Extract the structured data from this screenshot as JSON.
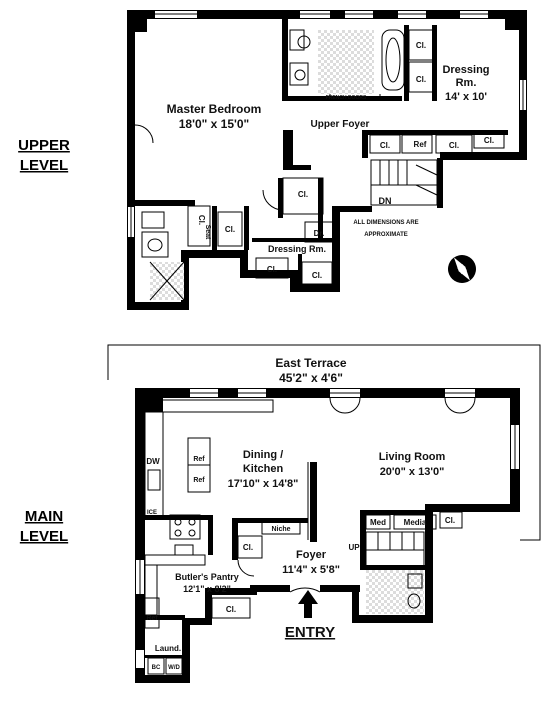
{
  "levels": {
    "upper": [
      "UPPER",
      "LEVEL"
    ],
    "main": [
      "MAIN",
      "LEVEL"
    ]
  },
  "upper": {
    "master_bedroom": {
      "name": "Master Bedroom",
      "dims": "18'0\" x 15'0\""
    },
    "dressing_rm_large": {
      "name": [
        "Dressing",
        "Rm."
      ],
      "dims": "14' x 10'"
    },
    "upper_foyer": "Upper Foyer",
    "french_doors": "FRENCH DOORS",
    "closet": "Cl.",
    "seat": "Seat",
    "ref": "Ref",
    "dn": "DN",
    "dr": "Dr.",
    "dressing_rm_small": "Dressing Rm.",
    "note": [
      "ALL DIMENSIONS ARE",
      "APPROXIMATE"
    ]
  },
  "main": {
    "east_terrace": {
      "name": "East Terrace",
      "dims": "45'2\" x 4'6\""
    },
    "dining_kitchen": {
      "name": [
        "Dining /",
        "Kitchen"
      ],
      "dims": "17'10\" x 14'8\""
    },
    "living_room": {
      "name": "Living Room",
      "dims": "20'0\" x 13'0\""
    },
    "foyer": {
      "name": "Foyer",
      "dims": "11'4\" x 5'8\""
    },
    "butlers_pantry": {
      "name": "Butler's Pantry",
      "dims": "12'1\" x 8'2\""
    },
    "dw": "DW",
    "ice": "ICE",
    "ref": "Ref",
    "niche": "Niche",
    "closet": "Cl.",
    "med": "Med",
    "media": "Media",
    "up": "UP",
    "laund": "Laund.",
    "bc": "BC",
    "wd": "W/D",
    "entry": "ENTRY"
  },
  "compass": {
    "label": "N"
  },
  "colors": {
    "wall": "#000000",
    "line": "#000000",
    "tile": "#d9d9d9"
  }
}
